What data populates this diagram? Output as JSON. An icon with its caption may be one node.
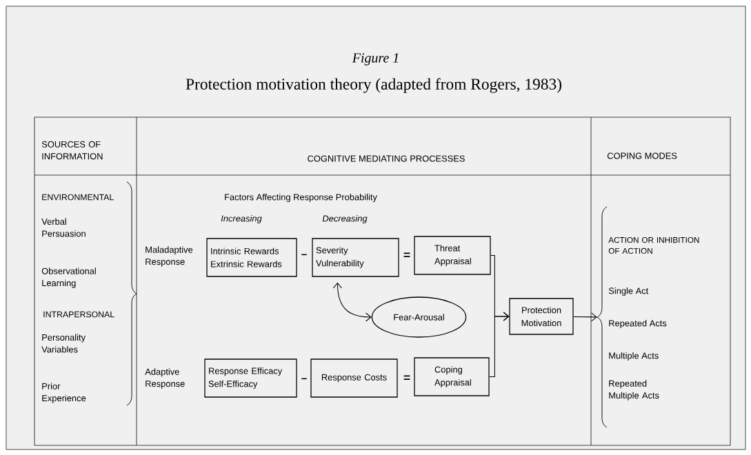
{
  "diagram": {
    "title": "Protection motivation theory (adapted from Rogers, 1983)",
    "nodes": [
      {
        "text": [
          "Intrinsic Rewards Extrinsic Rewards"
        ]
      },
      {
        "text": [
          "Severity Vulnerability"
        ]
      },
      {
        "text": [
          "Threat Appraisal"
        ]
      },
      {
        "text": [
          "Fear-Arousal"
        ]
      },
      {
        "text": [
          "Protection Motivation"
        ]
      },
      {
        "text": [
          "Response Efficacy Self-Efficacy"
        ]
      },
      {
        "text": [
          "Response Costs"
        ]
      },
      {
        "text": [
          "Coping Appraisal"
        ]
      },
      {
        "text": [],
        "shape": "brace"
      }
    ],
    "edges": [
      {
        "from": 3,
        "to": 1,
        "arrow": "both"
      },
      {
        "from": 2,
        "to": 4,
        "arrow": "to"
      },
      {
        "from": 7,
        "to": 4,
        "arrow": "to"
      },
      {
        "from": 4,
        "to": 8,
        "arrow": "to"
      }
    ],
    "labels": [
      "Figure 1",
      "SOURCES OF INFORMATION",
      "COGNITIVE MEDIATING PROCESSES",
      "COPING MODES",
      "ENVIRONMENTAL",
      "Verbal Persuasion",
      "Observational Learning",
      "INTRAPERSONAL",
      "Personality Variables",
      "Prior Experience",
      "Factors Affecting Response Probability",
      "Increasing",
      "Decreasing",
      "Maladaptive Response",
      "–",
      "=",
      "Adaptive Response",
      "–",
      "=",
      "ACTION OR INHIBITION OF ACTION",
      "Single Act",
      "Repeated Acts",
      "Multiple Acts",
      "Repeated Multiple Acts"
    ]
  }
}
